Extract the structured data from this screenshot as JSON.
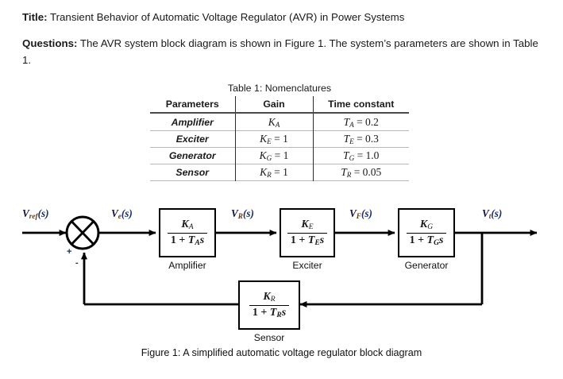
{
  "document": {
    "title_label": "Title:",
    "title_text": " Transient Behavior of Automatic Voltage Regulator (AVR) in Power Systems",
    "questions_label": "Questions:",
    "questions_text": " The AVR system block diagram is shown in Figure 1. The system’s parameters are shown in Table 1."
  },
  "table": {
    "caption": "Table 1: Nomenclatures",
    "headers": [
      "Parameters",
      "Gain",
      "Time constant"
    ],
    "rows": [
      {
        "parameter": "Amplifier",
        "gain_sym": "K",
        "gain_sub": "A",
        "gain_value": "",
        "tc_sym": "T",
        "tc_sub": "A",
        "tc_value": "= 0.2"
      },
      {
        "parameter": "Exciter",
        "gain_sym": "K",
        "gain_sub": "E",
        "gain_value": "= 1",
        "tc_sym": "T",
        "tc_sub": "E",
        "tc_value": "= 0.3"
      },
      {
        "parameter": "Generator",
        "gain_sym": "K",
        "gain_sub": "G",
        "gain_value": "= 1",
        "tc_sym": "T",
        "tc_sub": "G",
        "tc_value": "= 1.0"
      },
      {
        "parameter": "Sensor",
        "gain_sym": "K",
        "gain_sub": "R",
        "gain_value": "= 1",
        "tc_sym": "T",
        "tc_sub": "R",
        "tc_value": "= 0.05"
      }
    ]
  },
  "diagram": {
    "summing_junction": {
      "plus": "+",
      "minus": "-"
    },
    "signals": [
      {
        "id": "v-ref",
        "base": "V",
        "sub": "ref",
        "arg": "(s)"
      },
      {
        "id": "v-e",
        "base": "V",
        "sub": "e",
        "arg": "(s)"
      },
      {
        "id": "v-r",
        "base": "V",
        "sub": "R",
        "arg": "(s)"
      },
      {
        "id": "v-f",
        "base": "V",
        "sub": "F",
        "arg": "(s)"
      },
      {
        "id": "v-t",
        "base": "V",
        "sub": "t",
        "arg": "(s)"
      }
    ],
    "blocks": [
      {
        "id": "amplifier",
        "name": "Amplifier",
        "num_sym": "K",
        "num_sub": "A",
        "den_pre": "1 + ",
        "den_sym": "T",
        "den_sub": "A",
        "den_post": "s"
      },
      {
        "id": "exciter",
        "name": "Exciter",
        "num_sym": "K",
        "num_sub": "E",
        "den_pre": "1 + ",
        "den_sym": "T",
        "den_sub": "E",
        "den_post": "s"
      },
      {
        "id": "generator",
        "name": "Generator",
        "num_sym": "K",
        "num_sub": "G",
        "den_pre": "1 + ",
        "den_sym": "T",
        "den_sub": "G",
        "den_post": "s"
      },
      {
        "id": "sensor",
        "name": "Sensor",
        "num_sym": "K",
        "num_sub": "R",
        "den_pre": "1 + ",
        "den_sym": "T",
        "den_sub": "R",
        "den_post": "s"
      }
    ]
  },
  "figure": {
    "caption": "Figure 1: A simplified automatic voltage regulator block diagram"
  },
  "colors": {
    "ink": "#111111",
    "signal_label": "#14143c",
    "subscript": "#5a3a12",
    "rule_strong": "#4a4a4a",
    "rule_light": "#b9b9b9"
  }
}
